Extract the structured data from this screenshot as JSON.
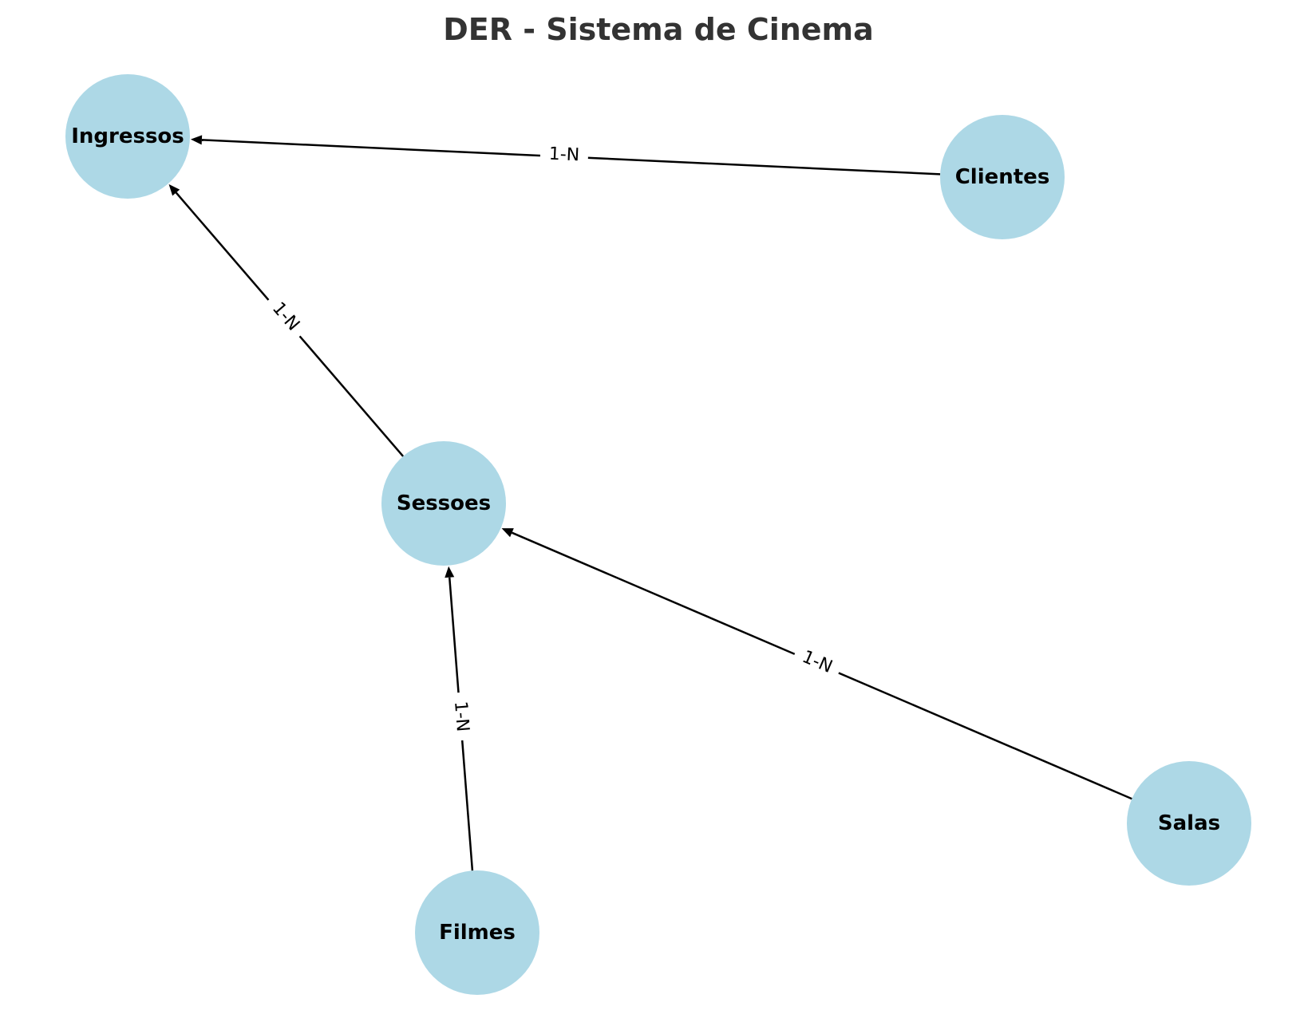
{
  "title": "DER - Sistema de Cinema",
  "colors": {
    "node_fill": "#add8e6",
    "edge": "#000000",
    "title": "#333333"
  },
  "nodes": [
    {
      "id": "ingressos",
      "label": "Ingressos"
    },
    {
      "id": "clientes",
      "label": "Clientes"
    },
    {
      "id": "sessoes",
      "label": "Sessoes"
    },
    {
      "id": "salas",
      "label": "Salas"
    },
    {
      "id": "filmes",
      "label": "Filmes"
    }
  ],
  "edges": [
    {
      "from": "clientes",
      "to": "ingressos",
      "label": "1-N"
    },
    {
      "from": "sessoes",
      "to": "ingressos",
      "label": "1-N"
    },
    {
      "from": "salas",
      "to": "sessoes",
      "label": "1-N"
    },
    {
      "from": "filmes",
      "to": "sessoes",
      "label": "1-N"
    }
  ]
}
